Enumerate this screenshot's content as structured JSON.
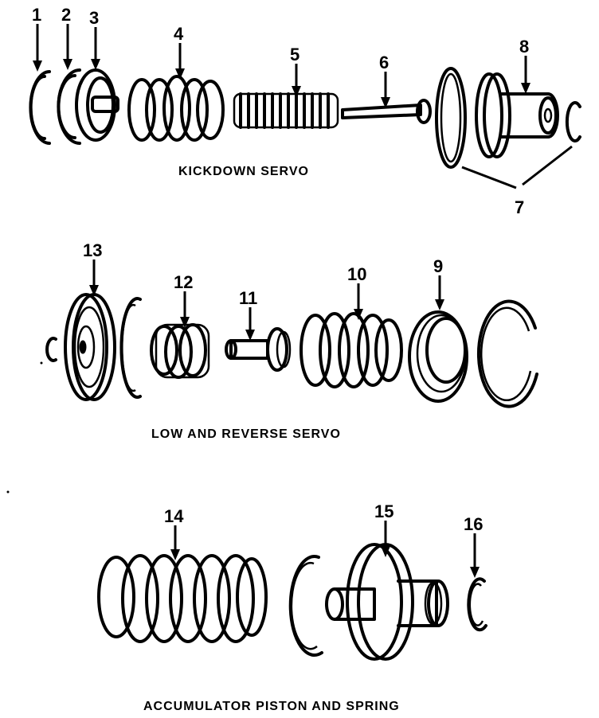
{
  "sections": {
    "kickdown": {
      "caption": "KICKDOWN SERVO"
    },
    "low_reverse": {
      "caption": "LOW AND REVERSE SERVO"
    },
    "accumulator": {
      "caption": "ACCUMULATOR PISTON AND SPRING"
    }
  },
  "callouts": {
    "c1": "1",
    "c2": "2",
    "c3": "3",
    "c4": "4",
    "c5": "5",
    "c6": "6",
    "c7": "7",
    "c8": "8",
    "c9": "9",
    "c10": "10",
    "c11": "11",
    "c12": "12",
    "c13": "13",
    "c14": "14",
    "c15": "15",
    "c16": "16"
  }
}
